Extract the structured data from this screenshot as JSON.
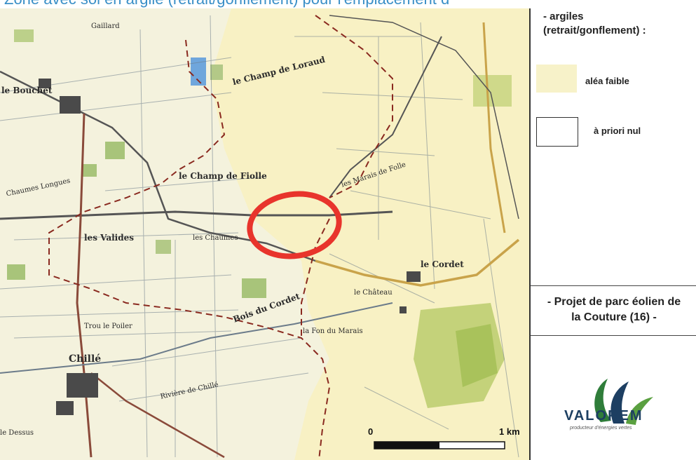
{
  "title": "Zone avec sol en argile (retrait/gonflement) pour l'emplacement d'",
  "map": {
    "places": [
      {
        "id": "bouchet",
        "label": "le Bouchet"
      },
      {
        "id": "gaillard",
        "label": "Gaillard"
      },
      {
        "id": "champ_loraud",
        "label": "le Champ de Loraud"
      },
      {
        "id": "champ_fiolle",
        "label": "le Champ de Fiolle"
      },
      {
        "id": "marais",
        "label": "les Marais de Folle"
      },
      {
        "id": "valides",
        "label": "les Valides"
      },
      {
        "id": "chaumes",
        "label": "les Chaumes"
      },
      {
        "id": "longues",
        "label": "Chaumes Longues"
      },
      {
        "id": "bois_cordet",
        "label": "Bois du Cordet"
      },
      {
        "id": "cordet",
        "label": "le Cordet"
      },
      {
        "id": "chille",
        "label": "Chillé"
      },
      {
        "id": "trou_poiler",
        "label": "Trou le Poiler"
      },
      {
        "id": "riviere",
        "label": "Rivière de Chillé"
      },
      {
        "id": "fon_marais",
        "label": "la Fon du Marais"
      },
      {
        "id": "chateau",
        "label": "le Château"
      },
      {
        "id": "dessus",
        "label": "le Dessus"
      }
    ],
    "scale": {
      "start": "0",
      "end": "1 km"
    },
    "colors": {
      "paper": "#f4f2dd",
      "wetland": "#c9d98a",
      "forest": "#b7cc6a",
      "boundary": "#8a2a20",
      "zone_circle": "#e8342c",
      "road": "#c9a34a"
    }
  },
  "legend": {
    "title_line1": "- argiles",
    "title_line2": "(retrait/gonflement) :",
    "items": [
      {
        "label": "aléa faible",
        "color": "#f7f2c9"
      },
      {
        "label": "à priori nul",
        "color": "#ffffff"
      }
    ],
    "project_line1": "- Projet de parc éolien de",
    "project_line2": "la Couture (16) -",
    "brand": "VALOREM",
    "tagline": "producteur d'énergies vertes"
  }
}
